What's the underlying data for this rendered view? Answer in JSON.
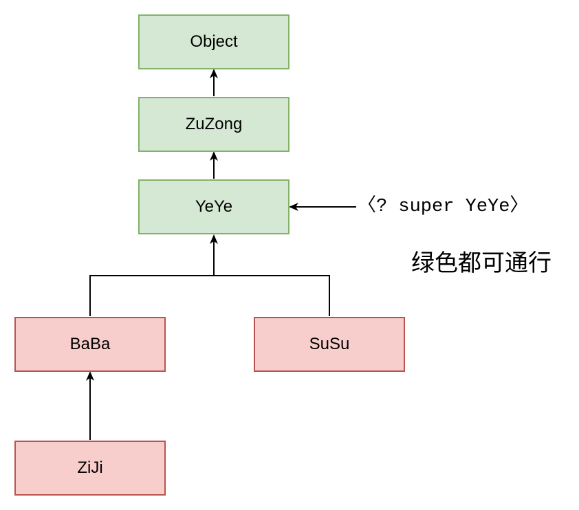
{
  "nodes": {
    "object": "Object",
    "zuzong": "ZuZong",
    "yeye": "YeYe",
    "baba": "BaBa",
    "susu": "SuSu",
    "ziji": "ZiJi"
  },
  "annotations": {
    "bound_label": "〈? super YeYe〉",
    "note": "绿色都可通行"
  },
  "colors": {
    "allowed_fill": "#d5e8d4",
    "allowed_stroke": "#82b366",
    "blocked_fill": "#f8cecc",
    "blocked_stroke": "#b85450",
    "edge": "#000000"
  }
}
